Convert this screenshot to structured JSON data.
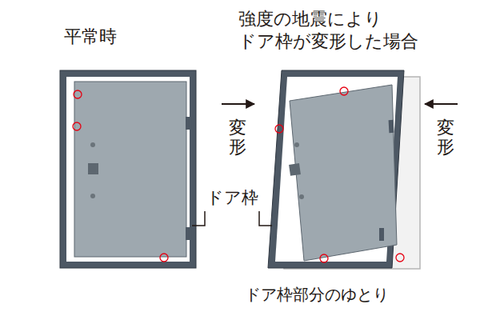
{
  "diagram": {
    "caption": "ドア枠部分のゆとり",
    "labels": [
      "平常時",
      "強度の地震により ドア枠が変形した場合",
      "変形",
      "変形",
      "ドア枠"
    ]
  }
}
